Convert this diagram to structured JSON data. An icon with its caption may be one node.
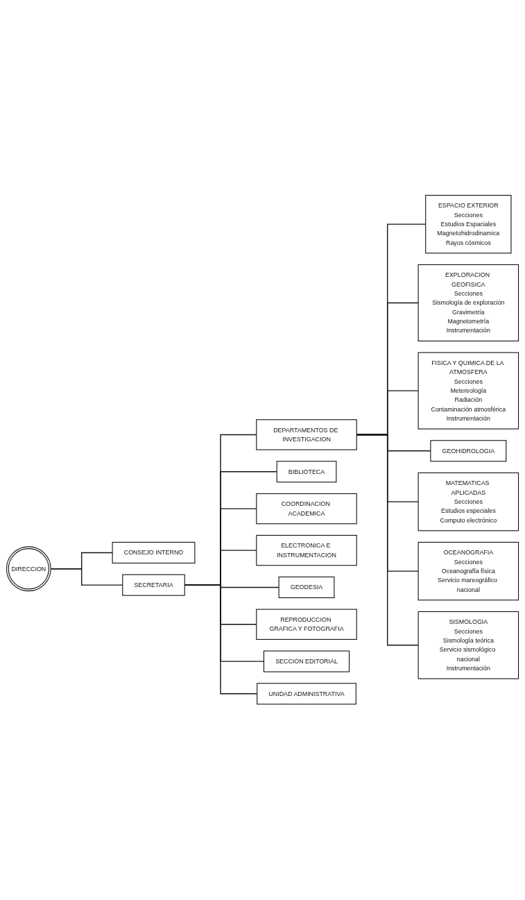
{
  "diagram": {
    "nodes": [
      {
        "text": [
          "DIRECCION"
        ]
      },
      {
        "text": [
          "CONSEJO INTERNO"
        ]
      },
      {
        "text": [
          "SECRETARIA"
        ]
      },
      {
        "text": [
          "DEPARTAMENTOS DE INVESTIGACION"
        ]
      },
      {
        "text": [
          "ESPACIO EXTERIOR",
          "Secciones",
          "Estudios Espaciales",
          "Magnetohidrodinamica",
          "Rayos cósmicos"
        ]
      },
      {
        "text": [
          "EXPLORACION GEOFISICA",
          "Secciones",
          "Sismología de exploración",
          "Gravimetría",
          "Magnetometría",
          "Instrumentación"
        ]
      },
      {
        "text": [
          "FISICA Y QUIMICA DE LA ATMOSFERA",
          "Secciones",
          "Metereología",
          "Radiación",
          "Contaminación atmosférica",
          "Instrumentación"
        ]
      },
      {
        "text": [
          "GEOHIDROLOGIA"
        ]
      },
      {
        "text": [
          "MATEMATICAS APLICADAS",
          "Secciones",
          "Estudios especiales",
          "Computo electrónico"
        ]
      },
      {
        "text": [
          "OCEANOGRAFIA",
          "Secciones",
          "Oceanografía física",
          "Servicio mareográfico nacional"
        ]
      },
      {
        "text": [
          "SISMOLOGIA",
          "Secciones",
          "Sismología teórica",
          "Servicio sismológico nacional",
          "Instrumentación"
        ]
      },
      {
        "text": [
          "BIBLIOTECA"
        ]
      },
      {
        "text": [
          "COORDINACION ACADEMICA"
        ]
      },
      {
        "text": [
          "ELECTRONICA E INSTRUMENTACION"
        ]
      },
      {
        "text": [
          "GEODESIA"
        ]
      },
      {
        "text": [
          "REPRODUCCION GRAFICA Y FOTOGRAFIA"
        ]
      },
      {
        "text": [
          "SECCION EDITORIAL"
        ]
      },
      {
        "text": [
          "UNIDAD ADMINISTRATIVA"
        ]
      }
    ],
    "edges": [
      {
        "from": 0,
        "to": 1,
        "arrow": "none"
      },
      {
        "from": 0,
        "to": 2,
        "arrow": "none"
      },
      {
        "from": 2,
        "to": 3,
        "arrow": "none"
      },
      {
        "from": 3,
        "to": 4,
        "arrow": "none"
      },
      {
        "from": 3,
        "to": 5,
        "arrow": "none"
      },
      {
        "from": 3,
        "to": 6,
        "arrow": "none"
      },
      {
        "from": 3,
        "to": 7,
        "arrow": "none"
      },
      {
        "from": 3,
        "to": 8,
        "arrow": "none"
      },
      {
        "from": 3,
        "to": 9,
        "arrow": "none"
      },
      {
        "from": 3,
        "to": 10,
        "arrow": "none"
      },
      {
        "from": 2,
        "to": 11,
        "arrow": "none"
      },
      {
        "from": 2,
        "to": 12,
        "arrow": "none"
      },
      {
        "from": 2,
        "to": 13,
        "arrow": "none"
      },
      {
        "from": 2,
        "to": 14,
        "arrow": "none"
      },
      {
        "from": 2,
        "to": 15,
        "arrow": "none"
      },
      {
        "from": 2,
        "to": 16,
        "arrow": "none"
      },
      {
        "from": 2,
        "to": 17,
        "arrow": "none"
      }
    ]
  }
}
